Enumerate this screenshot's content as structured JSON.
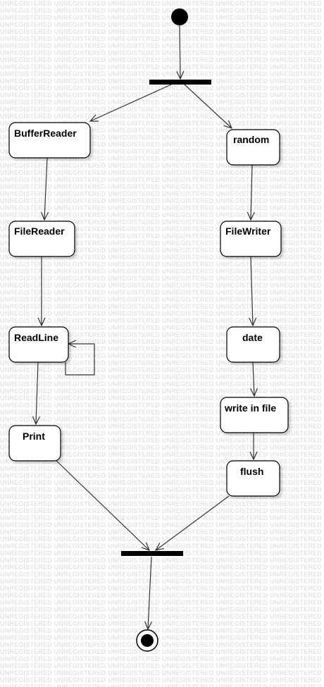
{
  "watermark": {
    "text": "UNREGISTERED"
  },
  "actions": {
    "buffer_reader": "BufferReader",
    "file_reader": "FileReader",
    "read_line": "ReadLine",
    "print": "Print",
    "random": "random",
    "file_writer": "FileWriter",
    "date": "date",
    "write_in_file": "write in file",
    "flush": "flush"
  }
}
